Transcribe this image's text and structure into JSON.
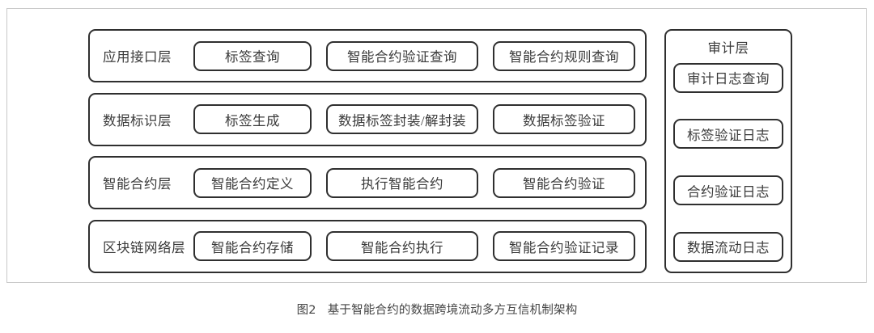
{
  "figure": {
    "caption_number": "图2",
    "caption_text": "基于智能合约的数据跨境流动多方互信机制架构"
  },
  "colors": {
    "frame_border": "#c9c9c9",
    "box_border": "#2f2f2f",
    "text": "#3a3a3a",
    "background": "#ffffff"
  },
  "architecture": {
    "layers": [
      {
        "label": "应用接口层",
        "modules": [
          "标签查询",
          "智能合约验证查询",
          "智能合约规则查询"
        ]
      },
      {
        "label": "数据标识层",
        "modules": [
          "标签生成",
          "数据标签封装/解封装",
          "数据标签验证"
        ]
      },
      {
        "label": "智能合约层",
        "modules": [
          "智能合约定义",
          "执行智能合约",
          "智能合约验证"
        ]
      },
      {
        "label": "区块链网络层",
        "modules": [
          "智能合约存储",
          "智能合约执行",
          "智能合约验证记录"
        ]
      }
    ],
    "audit": {
      "title": "审计层",
      "modules": [
        "审计日志查询",
        "标签验证日志",
        "合约验证日志",
        "数据流动日志"
      ]
    }
  }
}
